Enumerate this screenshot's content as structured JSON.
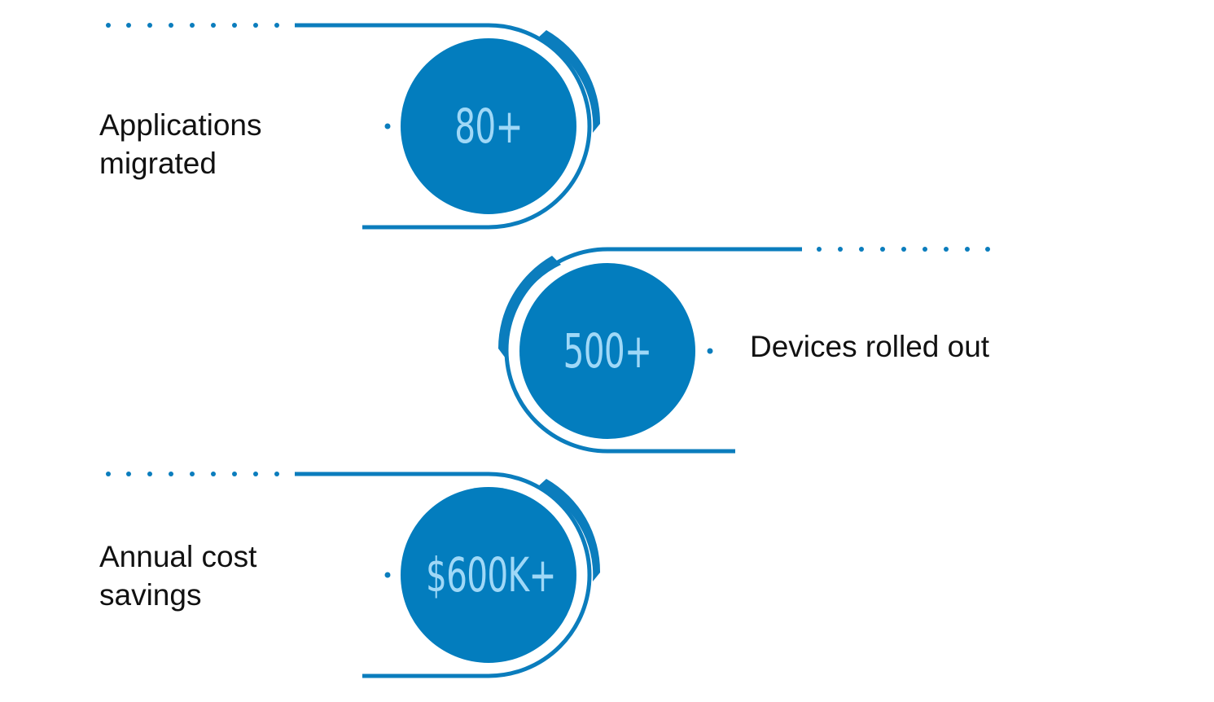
{
  "colors": {
    "accent": "#0b7dbd",
    "circle_fill": "#037dbe",
    "value_text": "#9fd8f7",
    "label_text": "#111111",
    "background": "#ffffff"
  },
  "stats": [
    {
      "value": "80+",
      "label_lines": [
        "Applications",
        "migrated"
      ]
    },
    {
      "value": "500+",
      "label_lines": [
        "Devices rolled out"
      ]
    },
    {
      "value": "$600K+",
      "label_lines": [
        "Annual cost",
        "savings"
      ]
    }
  ]
}
